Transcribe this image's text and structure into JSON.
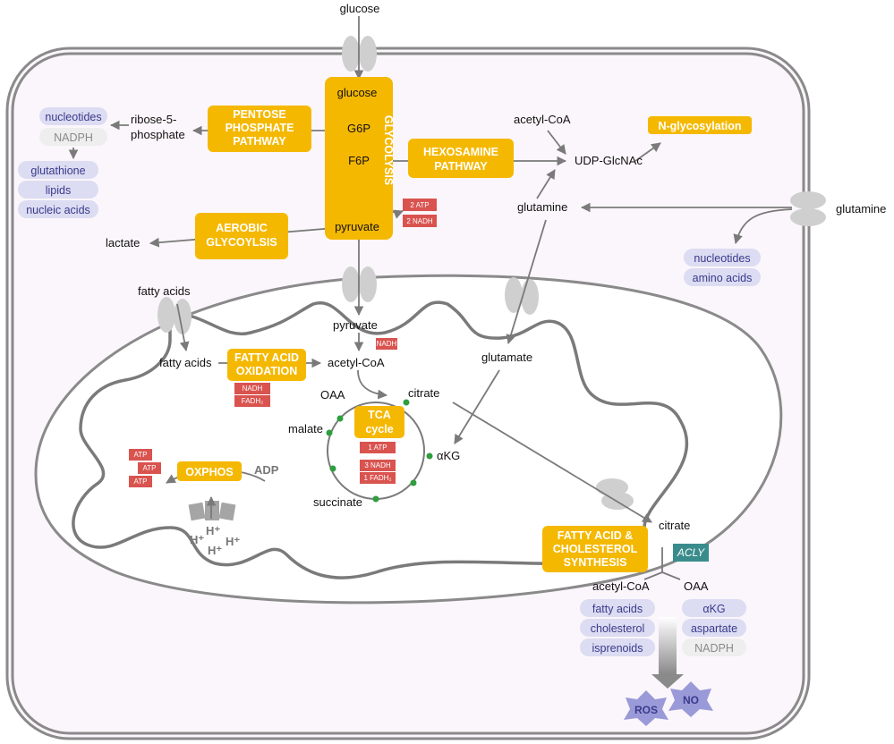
{
  "extracellular": {
    "glucose": "glucose",
    "glutamine": "glutamine"
  },
  "pathways": {
    "glycolysis": "GLYCOLYSIS",
    "ppp": [
      "PENTOSE",
      "PHOSPHATE",
      "PATHWAY"
    ],
    "hexosamine": [
      "HEXOSAMINE",
      "PATHWAY"
    ],
    "n_glycosylation": "N-glycosylation",
    "aerobic": [
      "AEROBIC",
      "GLYCOYLSIS"
    ],
    "fao": [
      "FATTY ACID",
      "OXIDATION"
    ],
    "tca": [
      "TCA",
      "cycle"
    ],
    "oxphos": "OXPHOS",
    "synthesis": [
      "FATTY ACID &",
      "CHOLESTEROL",
      "SYNTHESIS"
    ]
  },
  "metabolites": {
    "glucose": "glucose",
    "g6p": "G6P",
    "f6p": "F6P",
    "pyruvate": "pyruvate",
    "ribose_line1": "ribose-5-",
    "ribose_line2": "phosphate",
    "lactate": "lactate",
    "acetyl_coa": "acetyl-CoA",
    "udp_glcnac": "UDP-GlcNAc",
    "glutamine": "glutamine",
    "glutamate": "glutamate",
    "akg": "αKG",
    "fatty_acids": "fatty acids",
    "oaa": "OAA",
    "citrate": "citrate",
    "malate": "malate",
    "succinate": "succinate",
    "adp": "ADP",
    "h_plus": "H⁺"
  },
  "ppp_products": [
    "nucleotides",
    "NADPH",
    "glutathione",
    "lipids",
    "nucleic acids"
  ],
  "gln_products": [
    "nucleotides",
    "amino acids"
  ],
  "acetyl_products": [
    "fatty acids",
    "cholesterol",
    "isprenoids"
  ],
  "oaa_products": [
    "αKG",
    "aspartate",
    "NADPH"
  ],
  "energy": {
    "glyco_atp": "2 ATP",
    "glyco_nadh": "2 NADH",
    "pdh_nadh": "NADH",
    "fao_nadh": "NADH",
    "fao_fadh": "FADH₂",
    "tca_atp": "1 ATP",
    "tca_nadh": "3 NADH",
    "tca_fadh": "1 FADH₂",
    "oxphos_atp": "ATP"
  },
  "enzyme": "ACLY",
  "ros": [
    "ROS",
    "NO"
  ],
  "colors": {
    "pathway": "#f5b800",
    "energy": "#d9534f",
    "enzyme": "#3a8c8c",
    "pill": "#dcdcf2",
    "cell_bg": "#fbf6fb"
  }
}
